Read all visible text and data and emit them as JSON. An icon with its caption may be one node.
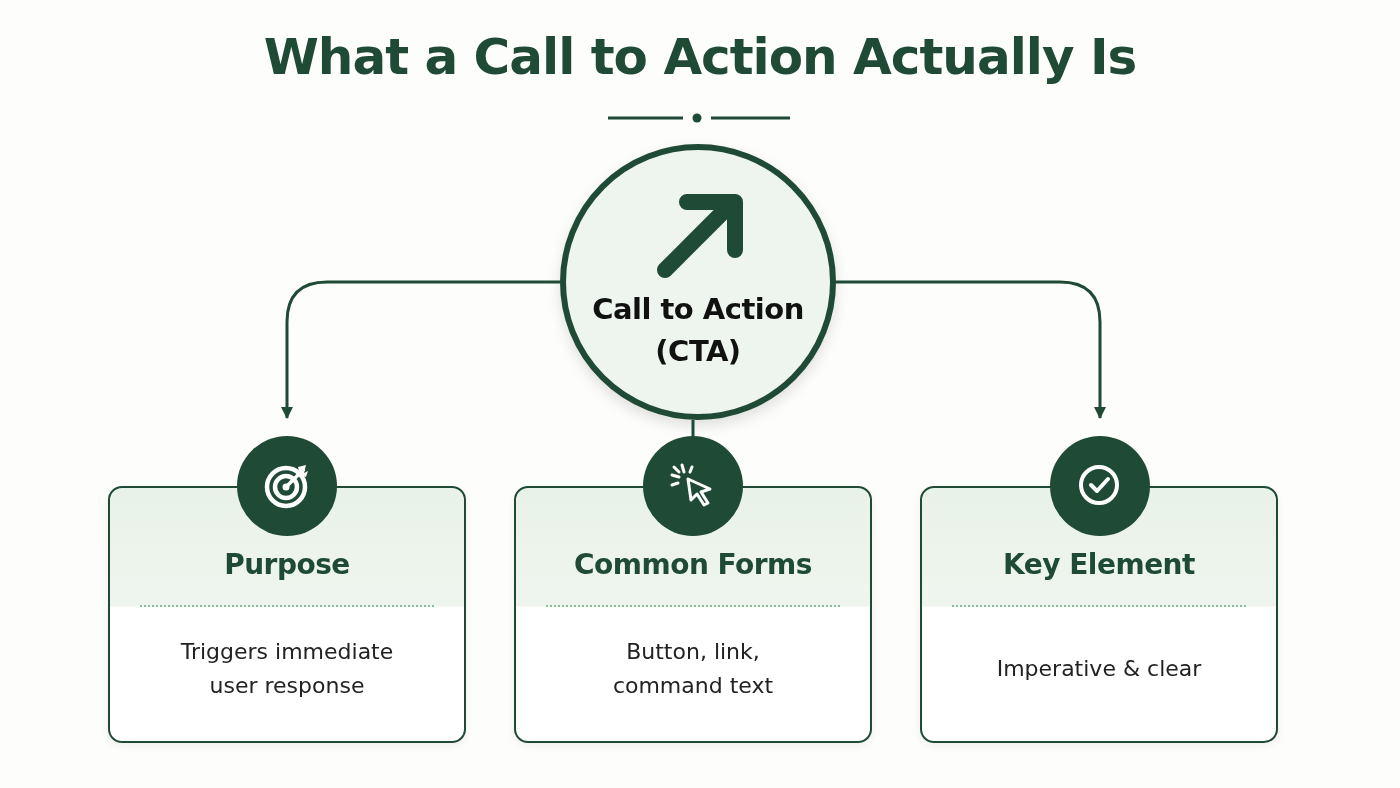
{
  "diagram": {
    "title": "What a Call to Action Actually Is",
    "nodes": [
      {
        "text": [
          "Call to Action (CTA)"
        ]
      },
      {
        "text": [],
        "shape": "circle"
      },
      {
        "text": [
          "Purpose",
          "Triggers immediate user response"
        ]
      },
      {
        "text": [],
        "shape": "circle"
      },
      {
        "text": [
          "Common Forms",
          "Button, link, command text"
        ]
      },
      {
        "text": [],
        "shape": "circle"
      },
      {
        "text": [
          "Key Element",
          "Imperative & clear"
        ]
      }
    ],
    "edges": [
      {
        "from": 0,
        "to": 1,
        "arrow": "to"
      },
      {
        "from": 0,
        "to": 3,
        "arrow": "none"
      },
      {
        "from": 0,
        "to": 5,
        "arrow": "to"
      }
    ]
  }
}
